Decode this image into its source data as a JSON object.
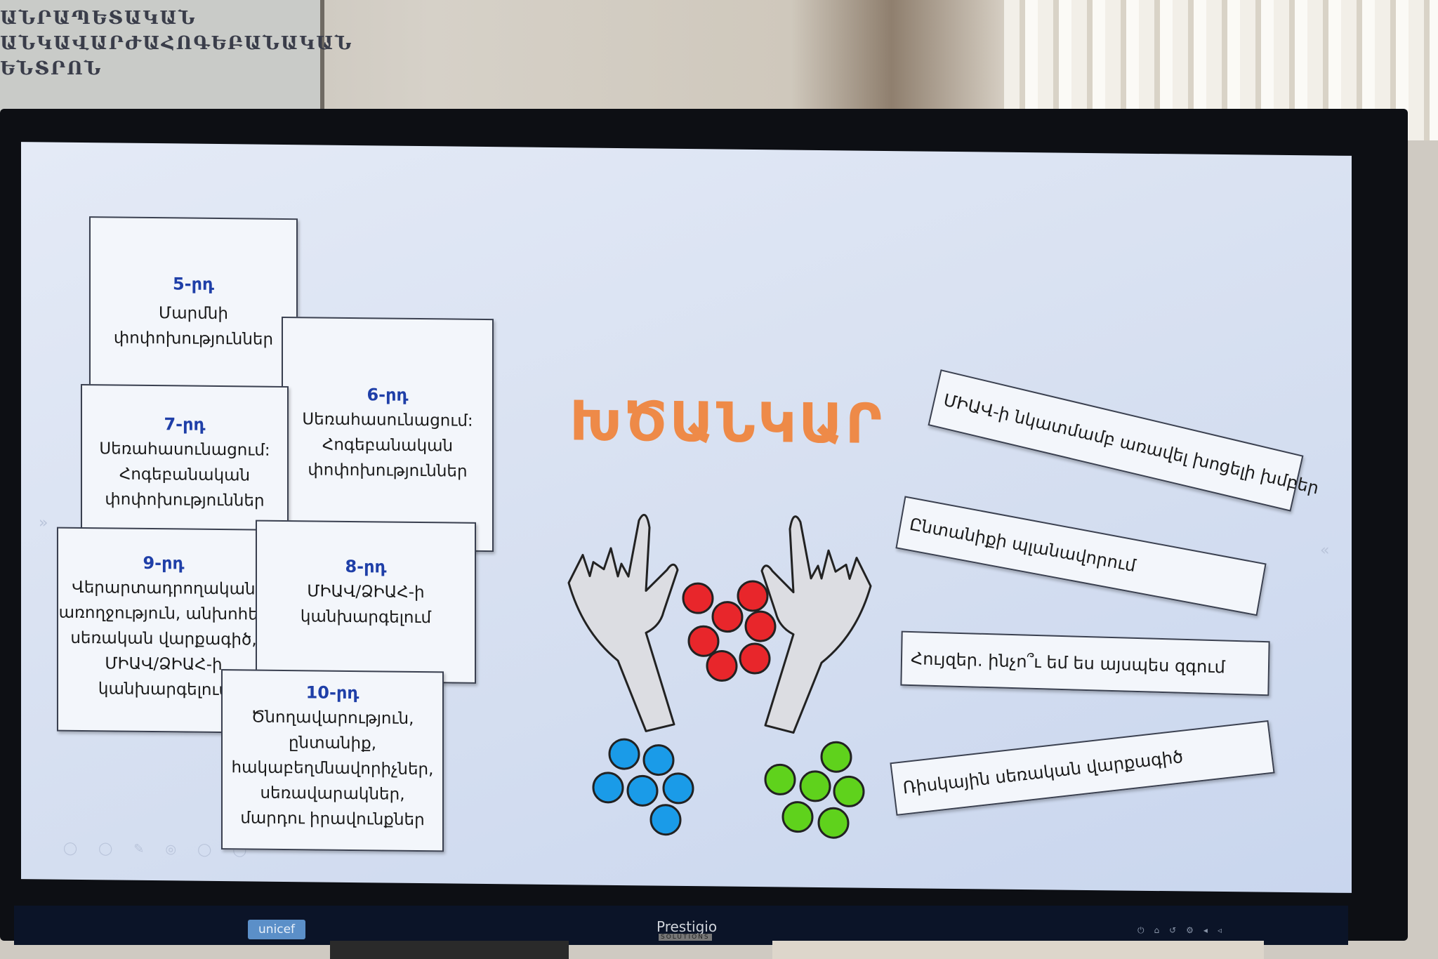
{
  "poster": {
    "lines": [
      "ԱՆՐԱՊԵՏԱԿԱՆ",
      "ԱՆԿԱՎԱՐԺԱՀՈԳԵԲԱՆԱԿԱՆ",
      "ԵՆՏՐՈՆ"
    ]
  },
  "slide": {
    "title": "ԽԾԱՆԿԱՐ",
    "cards": [
      {
        "grade": "5-րդ",
        "lines": [
          "Մարմնի",
          "փոփոխություններ"
        ]
      },
      {
        "grade": "6-րդ",
        "lines": [
          "Սեռահասունացում:",
          "Հոգեբանական",
          "փոփոխություններ"
        ]
      },
      {
        "grade": "7-րդ",
        "lines": [
          "Սեռահասունացում:",
          "Հոգեբանական",
          "փոփոխություններ"
        ]
      },
      {
        "grade": "9-րդ",
        "lines": [
          "Վերարտադրողական",
          "առողջություն, անխոհեմ",
          "սեռական վարքագիծ,",
          "ՄԻԱՎ/ՁԻԱՀ-ի",
          "կանխարգելում"
        ]
      },
      {
        "grade": "8-րդ",
        "lines": [
          "ՄԻԱՎ/ՁԻԱՀ-ի",
          "կանխարգելում"
        ]
      },
      {
        "grade": "10-րդ",
        "lines": [
          "Ծնողավարություն,",
          "ընտանիք,",
          "հակաբեղմնավորիչներ,",
          "սեռավարակներ,",
          "մարդու իրավունքներ"
        ]
      }
    ],
    "strips": [
      "ՄԻԱՎ-ի նկատմամբ առավել խոցելի խմբեր",
      "Ընտանիքի պլանավորում",
      "Հույզեր. ինչո՞ւ եմ ես այսպես զգում",
      "Ռիսկային սեռական վարքագիծ"
    ],
    "colors": {
      "title": "#ee8a48",
      "grade": "#1f3fa8",
      "red": "#e8262b",
      "blue": "#1a9be8",
      "green": "#5fd21c"
    }
  },
  "bezel": {
    "sponsor": "unicef",
    "brand": "Prestigio",
    "brand_sub": "SOLUTIONS"
  }
}
